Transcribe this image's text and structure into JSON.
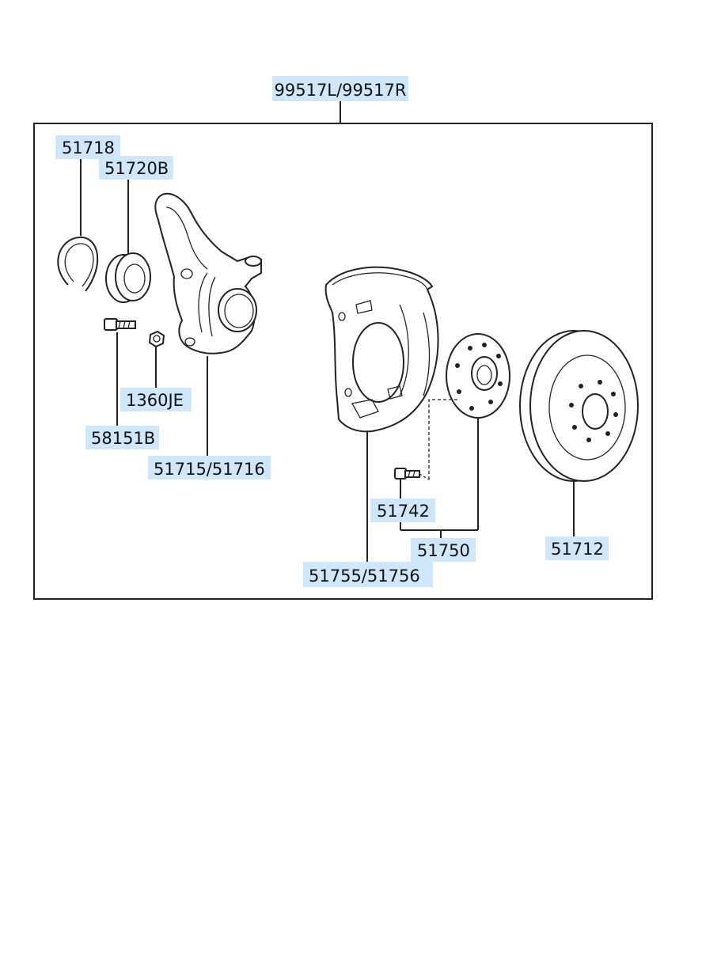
{
  "assembly_label": "99517L/99517R",
  "parts": {
    "snap_ring": "51718",
    "bearing": "51720B",
    "bolt": "58151B",
    "nut": "1360JE",
    "knuckle": "51715/51716",
    "dust_cover": "51755/51756",
    "hub_bolt": "51742",
    "hub": "51750",
    "disc": "51712"
  },
  "colors": {
    "label_highlight": "#cfe6fb",
    "line": "#222222"
  }
}
